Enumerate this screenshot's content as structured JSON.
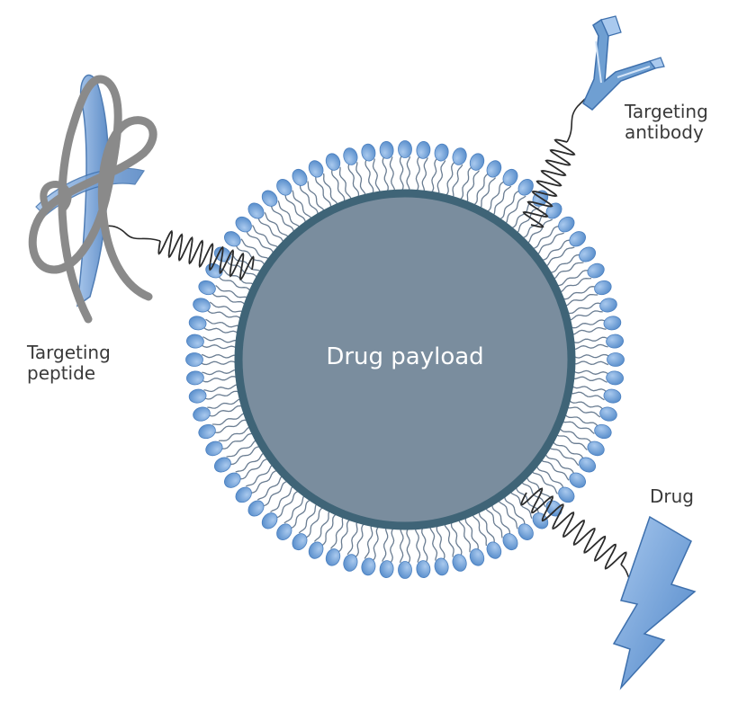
{
  "core": {
    "label": "Drug payload"
  },
  "labels": {
    "antibody": [
      "Targeting",
      "antibody"
    ],
    "peptide": [
      "Targeting",
      "peptide"
    ],
    "drug": [
      "Drug"
    ]
  },
  "colors": {
    "core_fill": "#7a8d9e",
    "core_stroke": "#3f6477",
    "lipid_head": "#6f9fd2",
    "lipid_head_dark": "#4a7fbf",
    "lipid_tail": "#6a7d92",
    "tether": "#2b2b2b",
    "peptide_ribbon": "#8a8a8a",
    "peptide_sheet": "#6d99cf",
    "antibody": "#6f9fd2",
    "drug": "#6f9fd2"
  }
}
